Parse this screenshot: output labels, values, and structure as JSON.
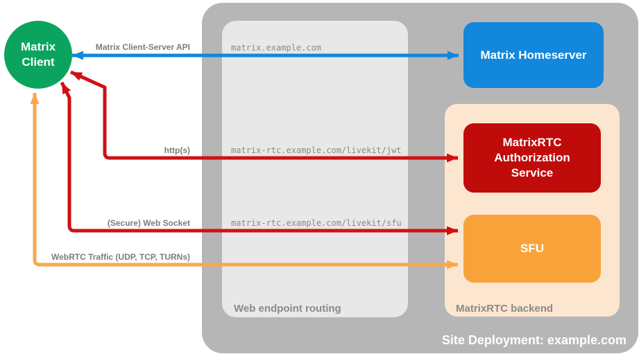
{
  "diagram": {
    "site_caption": "Site Deployment: example.com",
    "client": {
      "line1": "Matrix",
      "line2": "Client"
    },
    "homeserver_label": "Matrix Homeserver",
    "auth_service_label": "MatrixRTC Authorization Service",
    "sfu_label": "SFU",
    "routing_caption": "Web endpoint routing",
    "backend_caption": "MatrixRTC backend",
    "endpoints": {
      "homeserver": "matrix.example.com",
      "jwt": "matrix-rtc.example.com/livekit/jwt",
      "sfu": "matrix-rtc.example.com/livekit/sfu"
    },
    "edges": {
      "client_server_api": {
        "label": "Matrix Client-Server API"
      },
      "https": {
        "label": "http(s)"
      },
      "websocket": {
        "label": "(Secure) Web Socket"
      },
      "webrtc": {
        "label": "WebRTC Traffic (UDP, TCP, TURNs)"
      }
    },
    "colors": {
      "client-green": "#0aa45e",
      "homeserver-blue": "#1287db",
      "auth-red": "#c00b0b",
      "sfu-orange": "#f8a33a",
      "arrow-blue": "#1287db",
      "arrow-red": "#cf1111",
      "arrow-orange": "#f9a848",
      "backend-peach": "#fce6cf",
      "container-gray": "#b6b6b6",
      "panel-gray": "#e8e8e8",
      "label-gray": "#7c7c7c",
      "mono-gray": "#8a8a8a",
      "caption-gray": "#8a8a8a"
    }
  }
}
